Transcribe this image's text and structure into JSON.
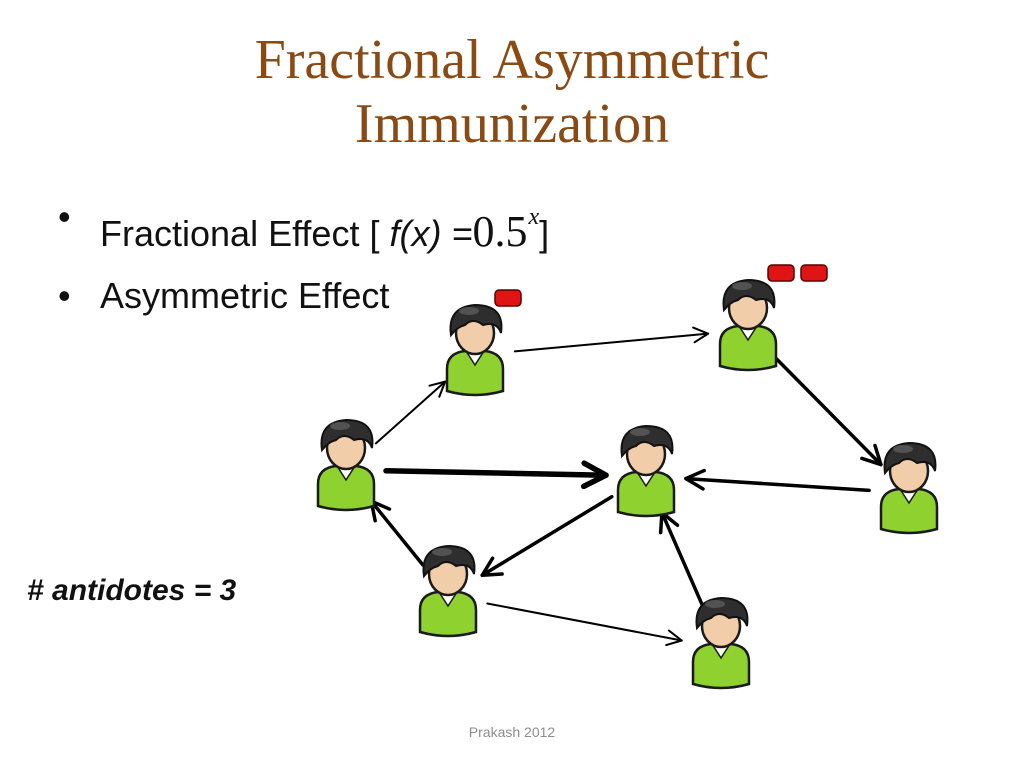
{
  "title": {
    "line1": "Fractional Asymmetric",
    "line2": "Immunization"
  },
  "bullets": {
    "marker": "•",
    "item1_prefix": "Fractional Effect [ ",
    "item1_fx": "f(x) =",
    "item1_base": "0.5",
    "item1_exponent": "x",
    "item1_suffix": "]",
    "item2": "Asymmetric Effect"
  },
  "antidotes_label": "# antidotes = 3",
  "footer": "Prakash 2012",
  "colors": {
    "title": "#8a4a14",
    "body_green": "#8fd12e",
    "hair": "#2e2e2e",
    "skin": "#f2cda9",
    "antidote_red": "#e01414",
    "arrow": "#000000"
  },
  "diagram": {
    "nodes": [
      {
        "id": "left",
        "antidotes": 0
      },
      {
        "id": "top-left",
        "antidotes": 1
      },
      {
        "id": "top-right",
        "antidotes": 2
      },
      {
        "id": "center",
        "antidotes": 0
      },
      {
        "id": "right",
        "antidotes": 0
      },
      {
        "id": "bottom-left",
        "antidotes": 0
      },
      {
        "id": "bottom-right",
        "antidotes": 0
      }
    ],
    "edges": [
      {
        "from": "left",
        "to": "top-left",
        "weight": 1
      },
      {
        "from": "top-left",
        "to": "top-right",
        "weight": 1
      },
      {
        "from": "top-right",
        "to": "right",
        "weight": 2
      },
      {
        "from": "right",
        "to": "center",
        "weight": 2
      },
      {
        "from": "left",
        "to": "center",
        "weight": 3
      },
      {
        "from": "center",
        "to": "bottom-left",
        "weight": 2
      },
      {
        "from": "bottom-left",
        "to": "left",
        "weight": 2
      },
      {
        "from": "bottom-left",
        "to": "bottom-right",
        "weight": 1
      },
      {
        "from": "bottom-right",
        "to": "center",
        "weight": 2
      }
    ]
  }
}
